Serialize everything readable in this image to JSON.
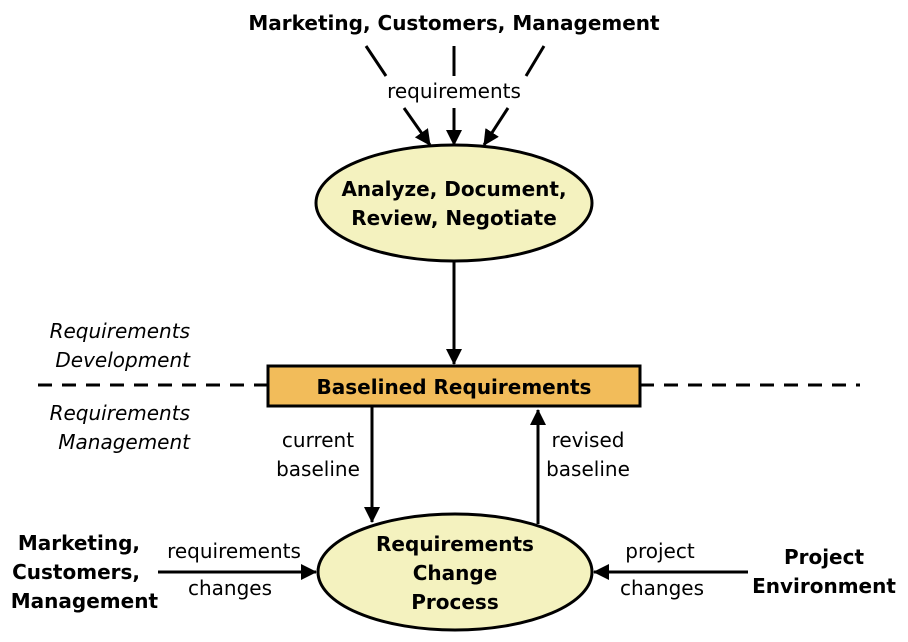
{
  "colors": {
    "ellipse_fill": "#f4f2bf",
    "box_fill": "#f2bc5a",
    "stroke": "#000000"
  },
  "sources_top": "Marketing, Customers, Management",
  "top_flow_label": "requirements",
  "process_analyze": {
    "line1": "Analyze, Document,",
    "line2": "Review, Negotiate"
  },
  "zone_development": {
    "line1": "Requirements",
    "line2": "Development"
  },
  "zone_management": {
    "line1": "Requirements",
    "line2": "Management"
  },
  "baselined_box": "Baselined Requirements",
  "current_baseline": {
    "line1": "current",
    "line2": "baseline"
  },
  "revised_baseline": {
    "line1": "revised",
    "line2": "baseline"
  },
  "process_change": {
    "line1": "Requirements",
    "line2": "Change",
    "line3": "Process"
  },
  "sources_left": {
    "line1": "Marketing,",
    "line2": "Customers,",
    "line3": "Management"
  },
  "left_flow_label": {
    "line1": "requirements",
    "line2": "changes"
  },
  "project_environment": {
    "line1": "Project",
    "line2": "Environment"
  },
  "right_flow_label": {
    "line1": "project",
    "line2": "changes"
  }
}
